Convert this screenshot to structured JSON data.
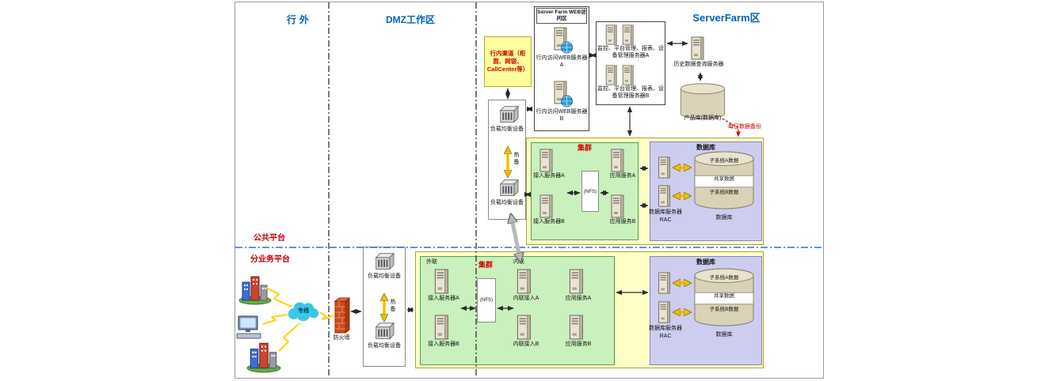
{
  "zones": {
    "outside": "行外",
    "dmz": "DMZ工作区",
    "serverfarm": "ServerFarm区"
  },
  "platforms": {
    "public": "公共平台",
    "business": "分业务平台"
  },
  "external": {
    "leased_line": "专线",
    "firewall": "防火墙"
  },
  "dmz": {
    "channel": "行内渠道（柜面、网银、CallCenter等）",
    "lb_top_a": "负载均衡设备",
    "lb_top_b": "负载均衡设备",
    "hot_standby_top": "热备",
    "lb_bottom_a": "负载均衡设备",
    "lb_bottom_b": "负载均衡设备",
    "hot_standby_bottom": "热备"
  },
  "web_zone": {
    "title": "Server Farm WEB访问区",
    "server_a": "行内访问WEB服务器A",
    "server_b": "行内访问WEB服务器B"
  },
  "mgmt": {
    "server_a": "监控、平台管理、报表、设备管理服务器A",
    "server_b": "监控、平台管理、报表、设备管理服务器B"
  },
  "history": {
    "server": "历史数据查询服务器",
    "product_db": "产品库(数据库)",
    "daily_backup": "每日数据备份"
  },
  "cluster_top": {
    "title": "集群",
    "access_a": "接入服务器A",
    "access_b": "接入服务器B",
    "nfs": "(NFS)",
    "app_a": "应用服务A",
    "app_b": "应用服务B",
    "db": {
      "title": "数据库",
      "server_label": "数据库服务器",
      "rac": "RAC",
      "seg_a": "子系统A数据",
      "seg_shared": "共享数据",
      "seg_b": "子系统B数据",
      "cylinder_label": "数据库"
    }
  },
  "cluster_bottom": {
    "title": "集群",
    "external_label": "外联",
    "internal_label": "内联",
    "access_a": "接入服务器A",
    "access_b": "接入服务器B",
    "nfs": "(NFS)",
    "internal_a": "内联接入A",
    "internal_b": "内联接入B",
    "app_a": "应用服务A",
    "app_b": "应用服务B",
    "db": {
      "title": "数据库",
      "server_label": "数据库服务器",
      "rac": "RAC",
      "seg_a": "子系统A数据",
      "seg_shared": "共享数据",
      "seg_b": "子系统B数据",
      "cylinder_label": "数据库"
    }
  },
  "colors": {
    "zone_title": "#0063b8",
    "platform_label": "#cc0000",
    "cluster_fill": "#ffffc8",
    "green_fill": "#c9f0bd",
    "db_fill": "#cdcdf0",
    "hot_standby": "#f0c000"
  }
}
